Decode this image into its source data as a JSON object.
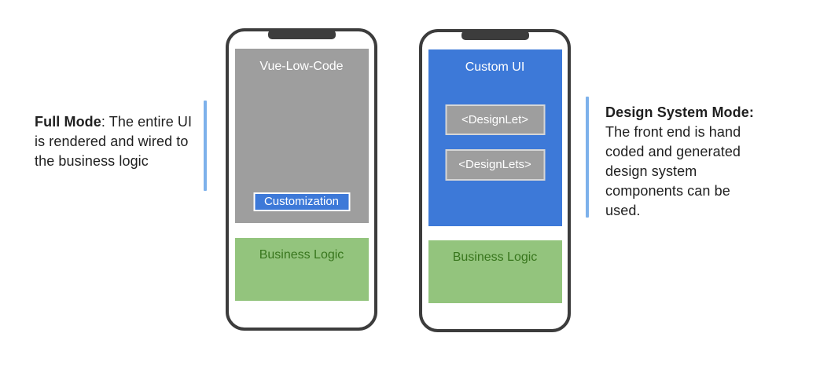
{
  "colors": {
    "blue": "#3d79d8",
    "gray": "#9e9e9e",
    "green": "#93c47d",
    "green_text": "#38761d",
    "accent_bar": "#7db1eb",
    "phone_border": "#3c3c3c"
  },
  "left_annotation": {
    "heading": "Full Mode",
    "body": ": The entire UI is rendered and wired to the business logic"
  },
  "right_annotation": {
    "heading": "Design System Mode:",
    "body": " The front end is hand coded and generated design system components can be used."
  },
  "left_phone": {
    "screen_title": "Vue-Low-Code",
    "customization_button": "Customization",
    "business_logic": "Business Logic"
  },
  "right_phone": {
    "screen_title": "Custom UI",
    "designlet_button": "<DesignLet>",
    "designlets_button": "<DesignLets>",
    "business_logic": "Business Logic"
  }
}
